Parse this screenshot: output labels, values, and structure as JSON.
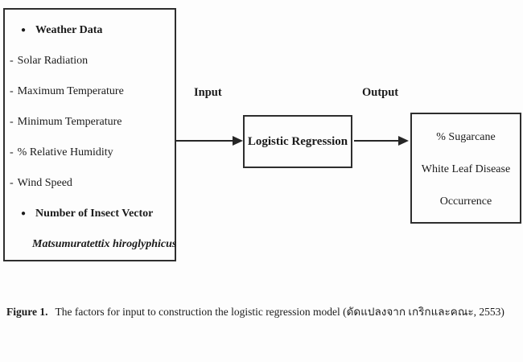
{
  "diagram": {
    "input_box": {
      "items": [
        {
          "type": "bullet",
          "marker": "●",
          "text": "Weather Data"
        },
        {
          "type": "dash",
          "marker": "-",
          "text": "Solar Radiation"
        },
        {
          "type": "dash",
          "marker": "-",
          "text": "Maximum Temperature"
        },
        {
          "type": "dash",
          "marker": "-",
          "text": "Minimum Temperature"
        },
        {
          "type": "dash",
          "marker": "-",
          "text": "% Relative Humidity"
        },
        {
          "type": "dash",
          "marker": "-",
          "text": "Wind Speed"
        },
        {
          "type": "bullet",
          "marker": "●",
          "text": "Number of Insect Vector"
        },
        {
          "type": "species",
          "marker": "",
          "text": "Matsumuratettix hiroglyphicus"
        }
      ]
    },
    "input_label": "Input",
    "output_label": "Output",
    "process_box_label": "Logistic Regression",
    "output_box_lines": [
      "% Sugarcane",
      "White Leaf Disease",
      "Occurrence"
    ]
  },
  "caption": {
    "label": "Figure 1.",
    "text": "The factors for input to construction the logistic regression model (ดัดแปลงจาก เกริกและคณะ, 2553)"
  },
  "colors": {
    "background": "#fdfdfd",
    "text": "#1b1b1b",
    "border": "#2e2e2e"
  }
}
